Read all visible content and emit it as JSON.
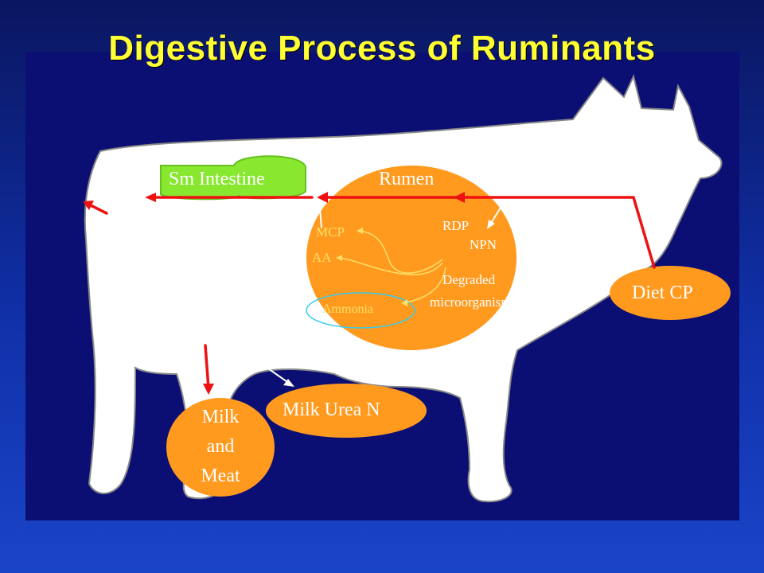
{
  "slide": {
    "title": "Digestive Process of Ruminants"
  },
  "diagram": {
    "small_intestine": "Sm Intestine",
    "rumen": "Rumen",
    "rdp": "RDP",
    "npn": "NPN",
    "mcp": "MCP",
    "aa": "AA",
    "degraded": "Degraded",
    "microorganisms": "microorganisms",
    "ammonia": "Ammonia",
    "diet_cp": "Diet CP",
    "milk_urea_n": "Milk Urea N",
    "milk_and_meat_1": "Milk",
    "milk_and_meat_2": "and",
    "milk_and_meat_3": "Meat"
  },
  "colors": {
    "background": "#0b0f74",
    "title": "#ffff33",
    "orange": "#ff9a1f",
    "green": "#88e830",
    "arrow_red": "#ee1111",
    "cyan_ring": "#33ccee"
  }
}
